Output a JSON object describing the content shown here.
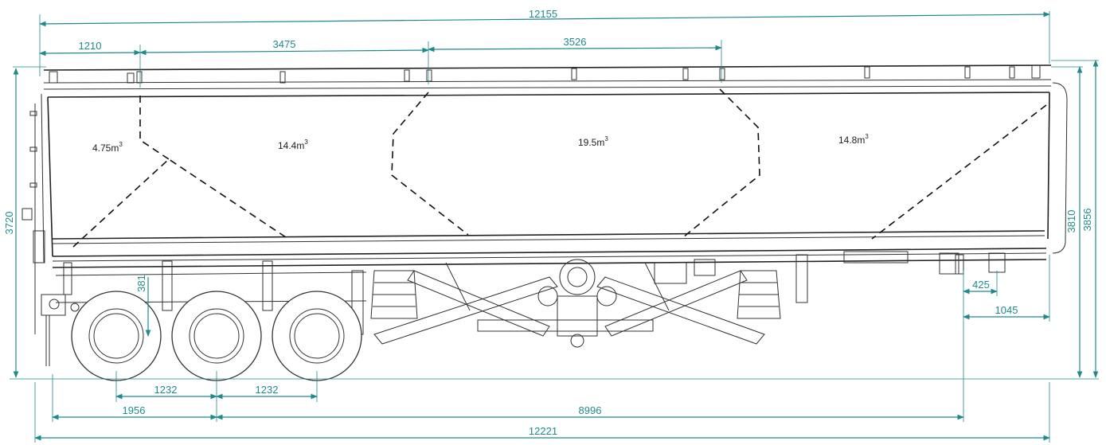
{
  "dimensions": {
    "overall_top": "12155",
    "section_1": "1210",
    "section_2": "3475",
    "section_3": "3526",
    "height_left": "3720",
    "height_right_inner": "3810",
    "height_right_outer": "3856",
    "wheel_offset": "381",
    "axle_spacing_1": "1232",
    "axle_spacing_2": "1232",
    "front_to_axle": "1956",
    "wheelbase": "8996",
    "overall_bottom": "12221",
    "rear_small": "425",
    "rear_overhang": "1045"
  },
  "compartments": [
    {
      "volume": "4.75m",
      "unit_exp": "3"
    },
    {
      "volume": "14.4m",
      "unit_exp": "3"
    },
    {
      "volume": "19.5m",
      "unit_exp": "3"
    },
    {
      "volume": "14.8m",
      "unit_exp": "3"
    }
  ],
  "colors": {
    "dimension": "#1f8a8c",
    "outline": "#222222"
  }
}
